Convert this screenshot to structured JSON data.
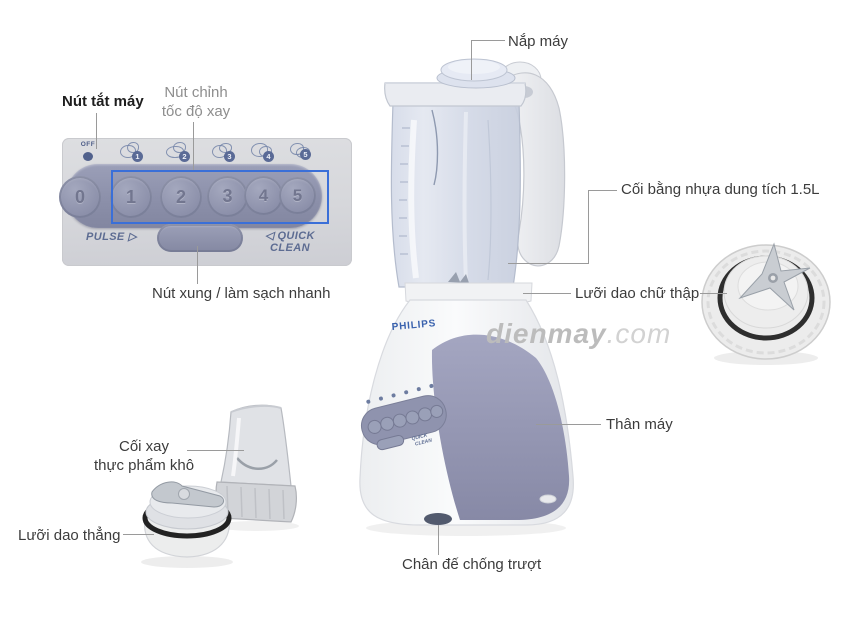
{
  "brand": {
    "name": "PHILIPS"
  },
  "watermark": {
    "bold": "dienmay",
    "light": ".com"
  },
  "callouts": {
    "off_button": "Nút tắt máy",
    "speed_line1": "Nút chỉnh",
    "speed_line2": "tốc độ xay",
    "lid": "Nắp máy",
    "jar": "Cối bằng nhựa dung tích 1.5L",
    "cross_blade": "Lưỡi dao chữ thập",
    "pulse": "Nút xung / làm sạch nhanh",
    "body": "Thân máy",
    "mill_line1": "Cối xay",
    "mill_line2": "thực phẩm khô",
    "straight_blade": "Lưỡi dao thẳng",
    "foot": "Chân đế chống trượt"
  },
  "control_panel": {
    "off_icon": "OFF",
    "buttons": [
      "0",
      "1",
      "2",
      "3",
      "4",
      "5"
    ],
    "speed_icons": [
      "1",
      "2",
      "3",
      "4",
      "5"
    ],
    "pulse_label": "PULSE",
    "pulse_arrow": "▷",
    "quick_arrow": "◁",
    "quick_line1": "QUICK",
    "quick_line2": "CLEAN"
  },
  "colors": {
    "highlight_box": "#3a6fd8",
    "panel_purple": "#8e92ac",
    "body_purple": "#9698b6",
    "brand_blue": "#3a62ae",
    "label_dark": "#3c3c3c",
    "label_gray": "#8e8e8e",
    "watermark_gray": "#c3c3c3"
  }
}
